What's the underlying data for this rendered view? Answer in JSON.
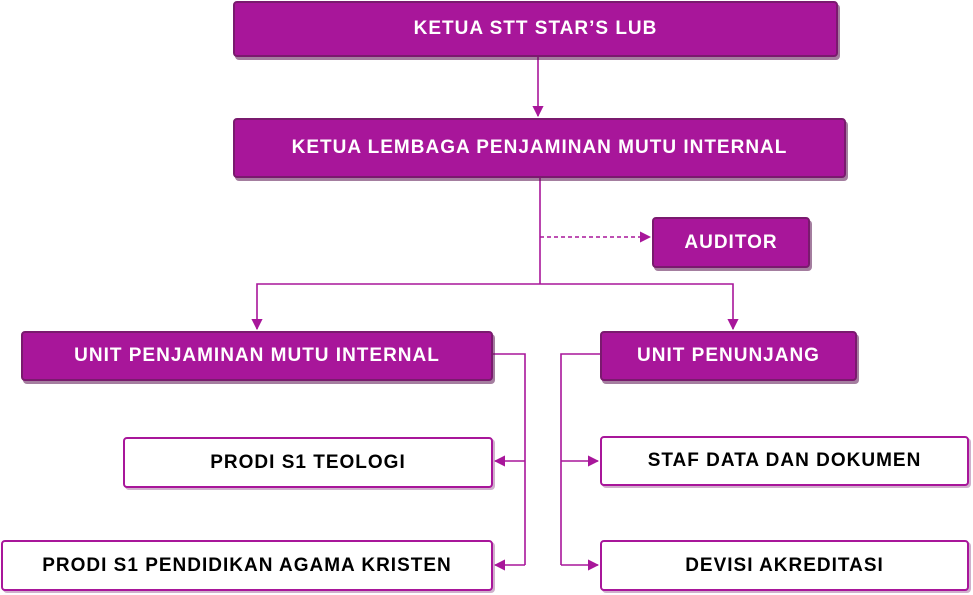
{
  "colors": {
    "accent": "#a8169a",
    "connector": "#a8169a",
    "filled_text": "#ffffff",
    "outline_text": "#000000"
  },
  "nodes": {
    "ketua_stt": "KETUA STT STAR’S LUB",
    "ketua_lpmi": "KETUA LEMBAGA PENJAMINAN MUTU INTERNAL",
    "auditor": "AUDITOR",
    "upmi": "UNIT PENJAMINAN MUTU INTERNAL",
    "unit_penunjang": "UNIT PENUNJANG",
    "prodi_teologi": "PRODI S1 TEOLOGI",
    "prodi_pak": "PRODI S1 PENDIDIKAN AGAMA KRISTEN",
    "staf_data": "STAF DATA DAN DOKUMEN",
    "devisi_akreditasi": "DEVISI AKREDITASI"
  }
}
